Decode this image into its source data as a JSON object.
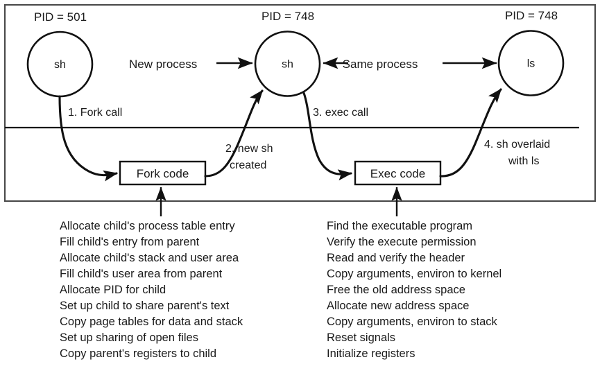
{
  "diagram": {
    "title": "fork and exec process creation diagram",
    "colors": {
      "ink": "#111111",
      "frame": "#4a4a4a",
      "background": "#ffffff"
    },
    "nodes": [
      {
        "id": "parent-sh",
        "label": "sh",
        "pid_label": "PID = 501"
      },
      {
        "id": "child-sh",
        "label": "sh",
        "pid_label": "PID = 748"
      },
      {
        "id": "child-ls",
        "label": "ls",
        "pid_label": "PID = 748"
      }
    ],
    "edge_labels": {
      "new_process": "New process",
      "same_process": "Same process"
    },
    "steps": [
      {
        "n": 1,
        "text": "1. Fork call"
      },
      {
        "n": 2,
        "text_line1": "2. new sh",
        "text_line2": "created"
      },
      {
        "n": 3,
        "text": "3. exec call"
      },
      {
        "n": 4,
        "text_line1": "4. sh overlaid",
        "text_line2": "with ls"
      }
    ],
    "boxes": [
      {
        "id": "fork-code",
        "label": "Fork code"
      },
      {
        "id": "exec-code",
        "label": "Exec code"
      }
    ],
    "lists": {
      "fork_steps": [
        "Allocate child's process table entry",
        "Fill child's entry from parent",
        "Allocate child's stack and user area",
        "Fill child's user area from parent",
        "Allocate PID for child",
        "Set up child to share parent's text",
        "Copy page tables for data and stack",
        "Set up sharing of open files",
        "Copy parent's registers to child"
      ],
      "exec_steps": [
        "Find the executable program",
        "Verify the execute permission",
        "Read and verify the header",
        "Copy arguments, environ to kernel",
        "Free the old address space",
        "Allocate new address space",
        "Copy arguments, environ to stack",
        "Reset signals",
        "Initialize registers"
      ]
    }
  }
}
